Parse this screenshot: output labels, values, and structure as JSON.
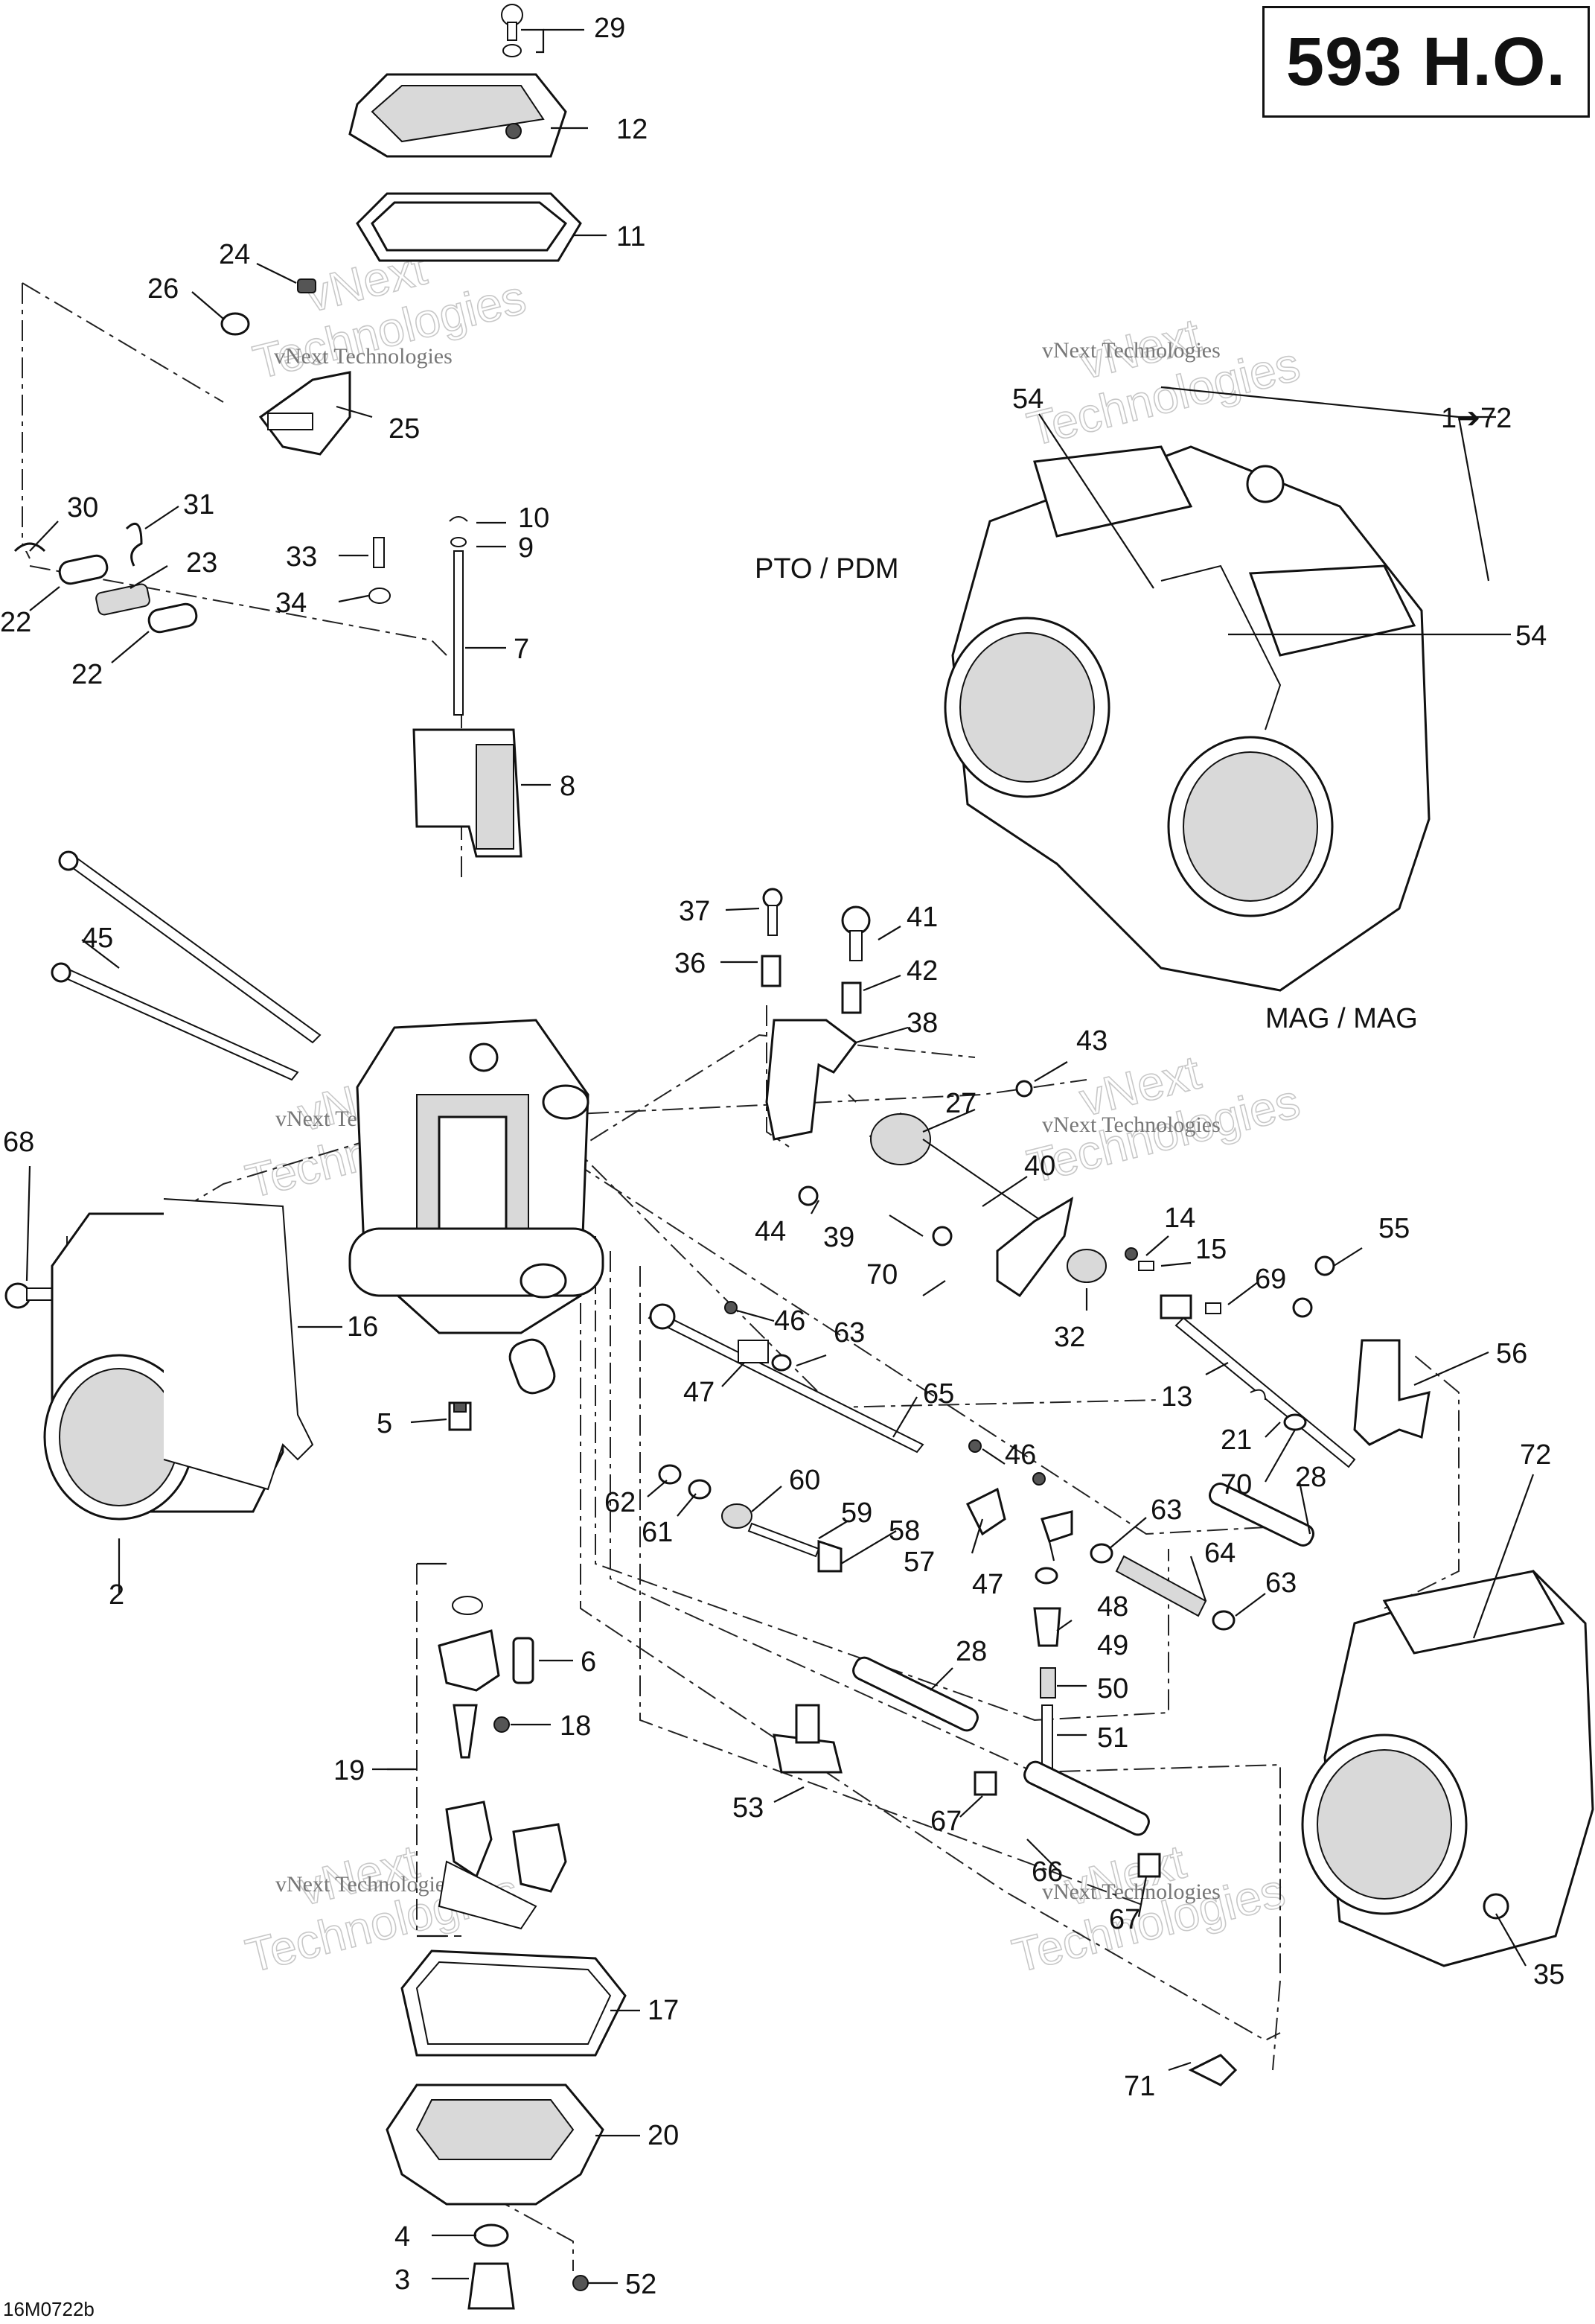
{
  "title": "593 H.O.",
  "reference_code": "16M0722b",
  "section_labels": {
    "pto": "PTO / PDM",
    "mag": "MAG / MAG"
  },
  "watermark": {
    "line_small": "vNext Technologies",
    "line_big_1": "vNext",
    "line_big_2": "Technologies"
  },
  "callouts": [
    {
      "id": "c29",
      "text": "29"
    },
    {
      "id": "c12",
      "text": "12"
    },
    {
      "id": "c11",
      "text": "11"
    },
    {
      "id": "c24",
      "text": "24"
    },
    {
      "id": "c26",
      "text": "26"
    },
    {
      "id": "c25",
      "text": "25"
    },
    {
      "id": "c30",
      "text": "30"
    },
    {
      "id": "c31",
      "text": "31"
    },
    {
      "id": "c23",
      "text": "23"
    },
    {
      "id": "c22a",
      "text": "22"
    },
    {
      "id": "c22b",
      "text": "22"
    },
    {
      "id": "c33",
      "text": "33"
    },
    {
      "id": "c34",
      "text": "34"
    },
    {
      "id": "c10",
      "text": "10"
    },
    {
      "id": "c9",
      "text": "9"
    },
    {
      "id": "c7",
      "text": "7"
    },
    {
      "id": "c8",
      "text": "8"
    },
    {
      "id": "c1to72",
      "text": "1➔72"
    },
    {
      "id": "c54a",
      "text": "54"
    },
    {
      "id": "c54b",
      "text": "54"
    },
    {
      "id": "c45",
      "text": "45"
    },
    {
      "id": "c37",
      "text": "37"
    },
    {
      "id": "c41",
      "text": "41"
    },
    {
      "id": "c36",
      "text": "36"
    },
    {
      "id": "c42",
      "text": "42"
    },
    {
      "id": "c38",
      "text": "38"
    },
    {
      "id": "c43",
      "text": "43"
    },
    {
      "id": "c27",
      "text": "27"
    },
    {
      "id": "c68",
      "text": "68"
    },
    {
      "id": "c40",
      "text": "40"
    },
    {
      "id": "c44",
      "text": "44"
    },
    {
      "id": "c39",
      "text": "39"
    },
    {
      "id": "c70a",
      "text": "70"
    },
    {
      "id": "c14",
      "text": "14"
    },
    {
      "id": "c15",
      "text": "15"
    },
    {
      "id": "c55",
      "text": "55"
    },
    {
      "id": "c69",
      "text": "69"
    },
    {
      "id": "c16",
      "text": "16"
    },
    {
      "id": "c32",
      "text": "32"
    },
    {
      "id": "c46a",
      "text": "46"
    },
    {
      "id": "c63a",
      "text": "63"
    },
    {
      "id": "c47a",
      "text": "47"
    },
    {
      "id": "c56",
      "text": "56"
    },
    {
      "id": "c13",
      "text": "13"
    },
    {
      "id": "c65",
      "text": "65"
    },
    {
      "id": "c5",
      "text": "5"
    },
    {
      "id": "c21",
      "text": "21"
    },
    {
      "id": "c70b",
      "text": "70"
    },
    {
      "id": "c28a",
      "text": "28"
    },
    {
      "id": "c46b",
      "text": "46"
    },
    {
      "id": "c72",
      "text": "72"
    },
    {
      "id": "c60",
      "text": "60"
    },
    {
      "id": "c62",
      "text": "62"
    },
    {
      "id": "c61",
      "text": "61"
    },
    {
      "id": "c59",
      "text": "59"
    },
    {
      "id": "c58",
      "text": "58"
    },
    {
      "id": "c57",
      "text": "57"
    },
    {
      "id": "c63b",
      "text": "63"
    },
    {
      "id": "c2",
      "text": "2"
    },
    {
      "id": "c64",
      "text": "64"
    },
    {
      "id": "c47b",
      "text": "47"
    },
    {
      "id": "c48",
      "text": "48"
    },
    {
      "id": "c63c",
      "text": "63"
    },
    {
      "id": "c49",
      "text": "49"
    },
    {
      "id": "c6",
      "text": "6"
    },
    {
      "id": "c18",
      "text": "18"
    },
    {
      "id": "c50",
      "text": "50"
    },
    {
      "id": "c28b",
      "text": "28"
    },
    {
      "id": "c51",
      "text": "51"
    },
    {
      "id": "c19",
      "text": "19"
    },
    {
      "id": "c53",
      "text": "53"
    },
    {
      "id": "c67a",
      "text": "67"
    },
    {
      "id": "c66",
      "text": "66"
    },
    {
      "id": "c67b",
      "text": "67"
    },
    {
      "id": "c35",
      "text": "35"
    },
    {
      "id": "c17",
      "text": "17"
    },
    {
      "id": "c71",
      "text": "71"
    },
    {
      "id": "c20",
      "text": "20"
    },
    {
      "id": "c4",
      "text": "4"
    },
    {
      "id": "c3",
      "text": "3"
    },
    {
      "id": "c52",
      "text": "52"
    }
  ]
}
